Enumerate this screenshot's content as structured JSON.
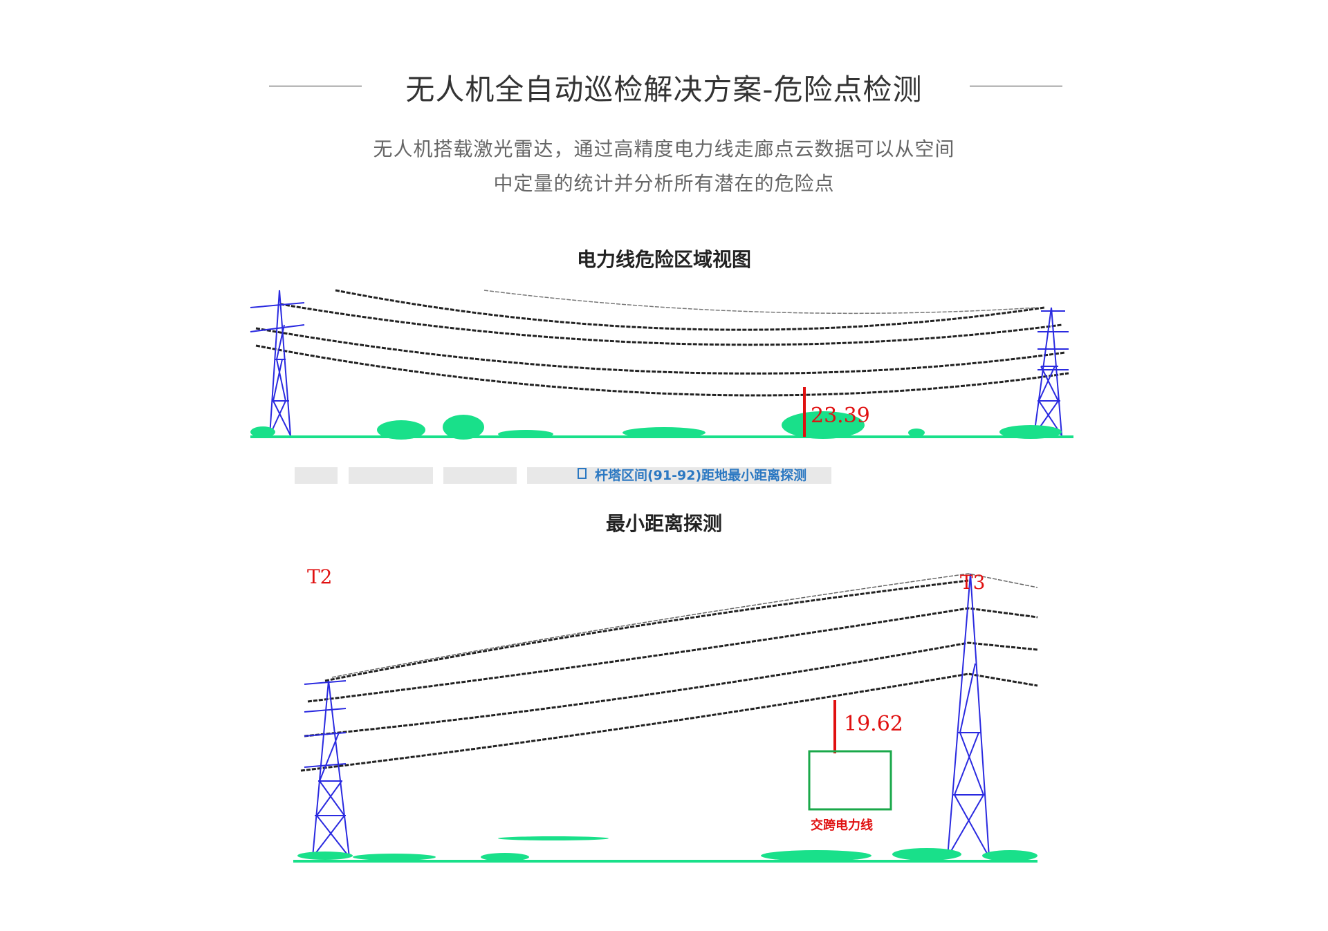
{
  "header": {
    "title": "无人机全自动巡检解决方案-危险点检测",
    "subtitle_line1": "无人机搭载激光雷达，通过高精度电力线走廊点云数据可以从空间",
    "subtitle_line2": "中定量的统计并分析所有潜在的危险点"
  },
  "figure1": {
    "title": "电力线危险区域视图",
    "distance_label": "23.39",
    "tab_label": "杆塔区间(91-92)距地最小距离探测"
  },
  "figure2": {
    "title": "最小距离探测",
    "tower_left": "T2",
    "tower_right": "T3",
    "distance_label": "19.62",
    "box_label": "交跨电力线"
  },
  "colors": {
    "tower": "#2a2ae0",
    "vegetation": "#19e08a",
    "measure": "#e01010",
    "box": "#1aa84a",
    "wire": "#222222"
  }
}
